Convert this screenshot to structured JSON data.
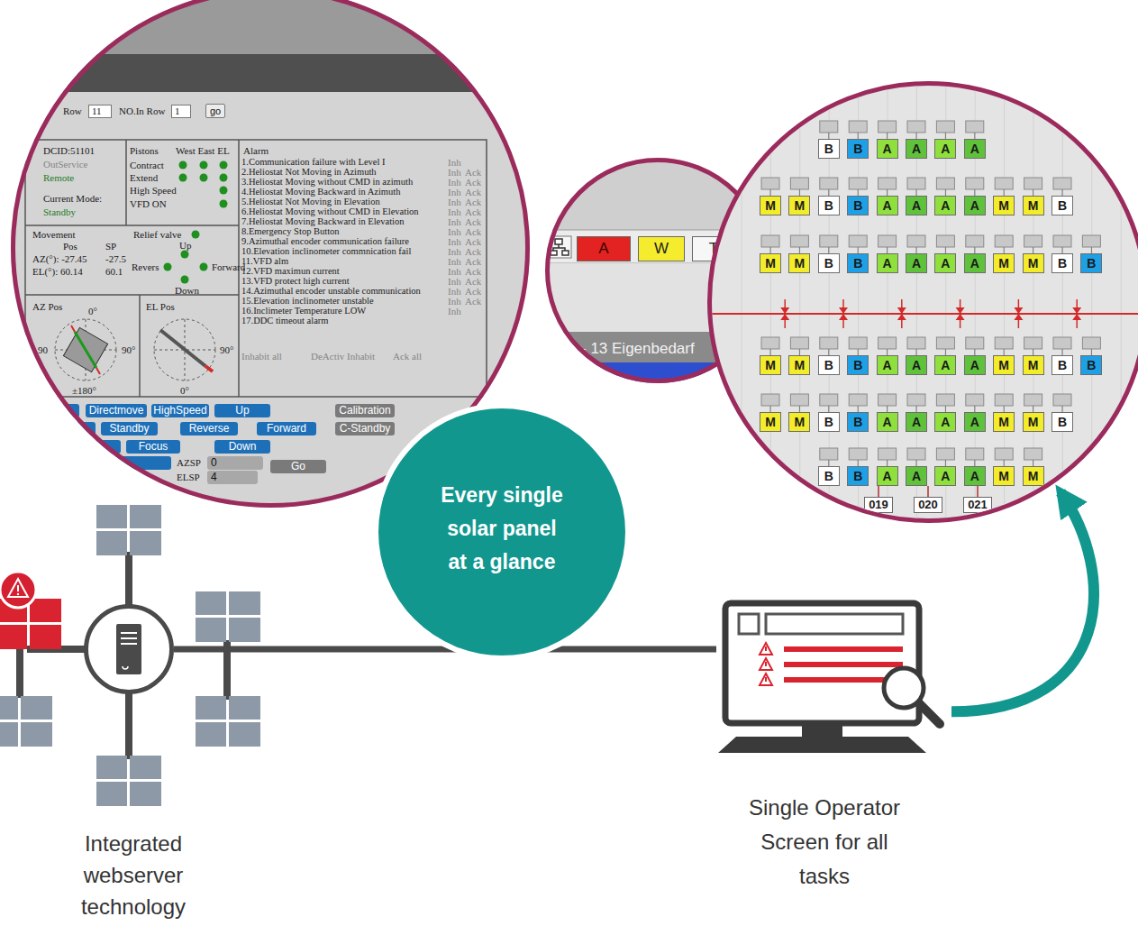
{
  "diagram": {
    "nodes": [
      {
        "text": [
          "Every single solar panel at a glance"
        ]
      },
      {
        "text": [
          "B",
          "B",
          "A",
          "A",
          "A",
          "A",
          "M",
          "M",
          "B",
          "B",
          "A",
          "A",
          "A",
          "A",
          "M",
          "M",
          "B",
          "M",
          "M",
          "B",
          "B",
          "A",
          "A",
          "A",
          "A",
          "M",
          "M",
          "B",
          "B",
          "M",
          "M",
          "B",
          "B",
          "A",
          "A",
          "A",
          "A",
          "M",
          "M",
          "B",
          "B",
          "M",
          "M",
          "B",
          "B",
          "A",
          "A",
          "A",
          "A",
          "M",
          "M",
          "B",
          "B",
          "B",
          "A",
          "A",
          "A",
          "A",
          "M",
          "M",
          "019",
          "020",
          "021"
        ]
      },
      {
        "text": [
          "Integrated webserver technology"
        ]
      },
      {
        "text": [
          "Single Operator Screen for all tasks"
        ]
      }
    ],
    "edges": [
      {
        "from": 2,
        "to": 3,
        "arrow": "none"
      },
      {
        "from": 3,
        "to": 1,
        "arrow": "to"
      }
    ],
    "labels": [
      "Row",
      "11",
      "NO.In Row",
      "1",
      "go",
      "DCID:51101",
      "OutService",
      "Remote",
      "Current Mode:",
      "Standby",
      "Pistons",
      "West East EL",
      "Contract",
      "Extend",
      "High Speed",
      "VFD ON",
      "Alarm",
      "1.Communication failure with Level I",
      "Inh",
      "2.Heliostat Not Moving in Azimuth",
      "Inh",
      "Ack",
      "3.Heliostat Moving without CMD in azimuth",
      "Inh",
      "Ack",
      "4.Heliostat Moving Backward in Azimuth",
      "Inh",
      "Ack",
      "5.Heliostat Not Moving in Elevation",
      "Inh",
      "Ack",
      "6.Heliostat Moving without CMD in Elevation",
      "Inh",
      "Ack",
      "7.Heliostat Moving Backward in Elevation",
      "Inh",
      "Ack",
      "8.Emergency Stop Button",
      "Inh",
      "Ack",
      "9.Azimuthal encoder communication failure",
      "Inh",
      "Ack",
      "10.Elevation inclinometer commnication fail",
      "Inh",
      "Ack",
      "11.VFD alm",
      "Inh",
      "Ack",
      "12.VFD maximun current",
      "Inh",
      "Ack",
      "13.VFD protect high current",
      "Inh",
      "Ack",
      "14.Azimuthal encoder unstable communication",
      "Inh",
      "Ack",
      "15.Elevation inclinometer unstable",
      "Inh",
      "Ack",
      "16.Inclimeter Temperature LOW",
      "Inh",
      "17.DDC timeout alarm",
      "Inhabit all",
      "DeActiv Inhabit",
      "Ack all",
      "Movement",
      "Relief valve",
      "Pos",
      "SP",
      "Up",
      "AZ(°): -27.45",
      "-27.5",
      "EL(°): 60.14",
      "60.1",
      "Revers",
      "Forward",
      "Down",
      "AZ Pos",
      "0°",
      "90",
      "90°",
      "±180°",
      "EL Pos",
      "90°",
      "0°",
      "Directmove",
      "HighSpeed",
      "Up",
      "Calibration",
      "Standby",
      "Reverse",
      "Forward",
      "C-Standby",
      "Focus",
      "Down",
      "AZSP",
      "0",
      "Go",
      "ELSP",
      "4",
      "A",
      "W",
      "T",
      "- 13 Eigenbedarf"
    ]
  }
}
